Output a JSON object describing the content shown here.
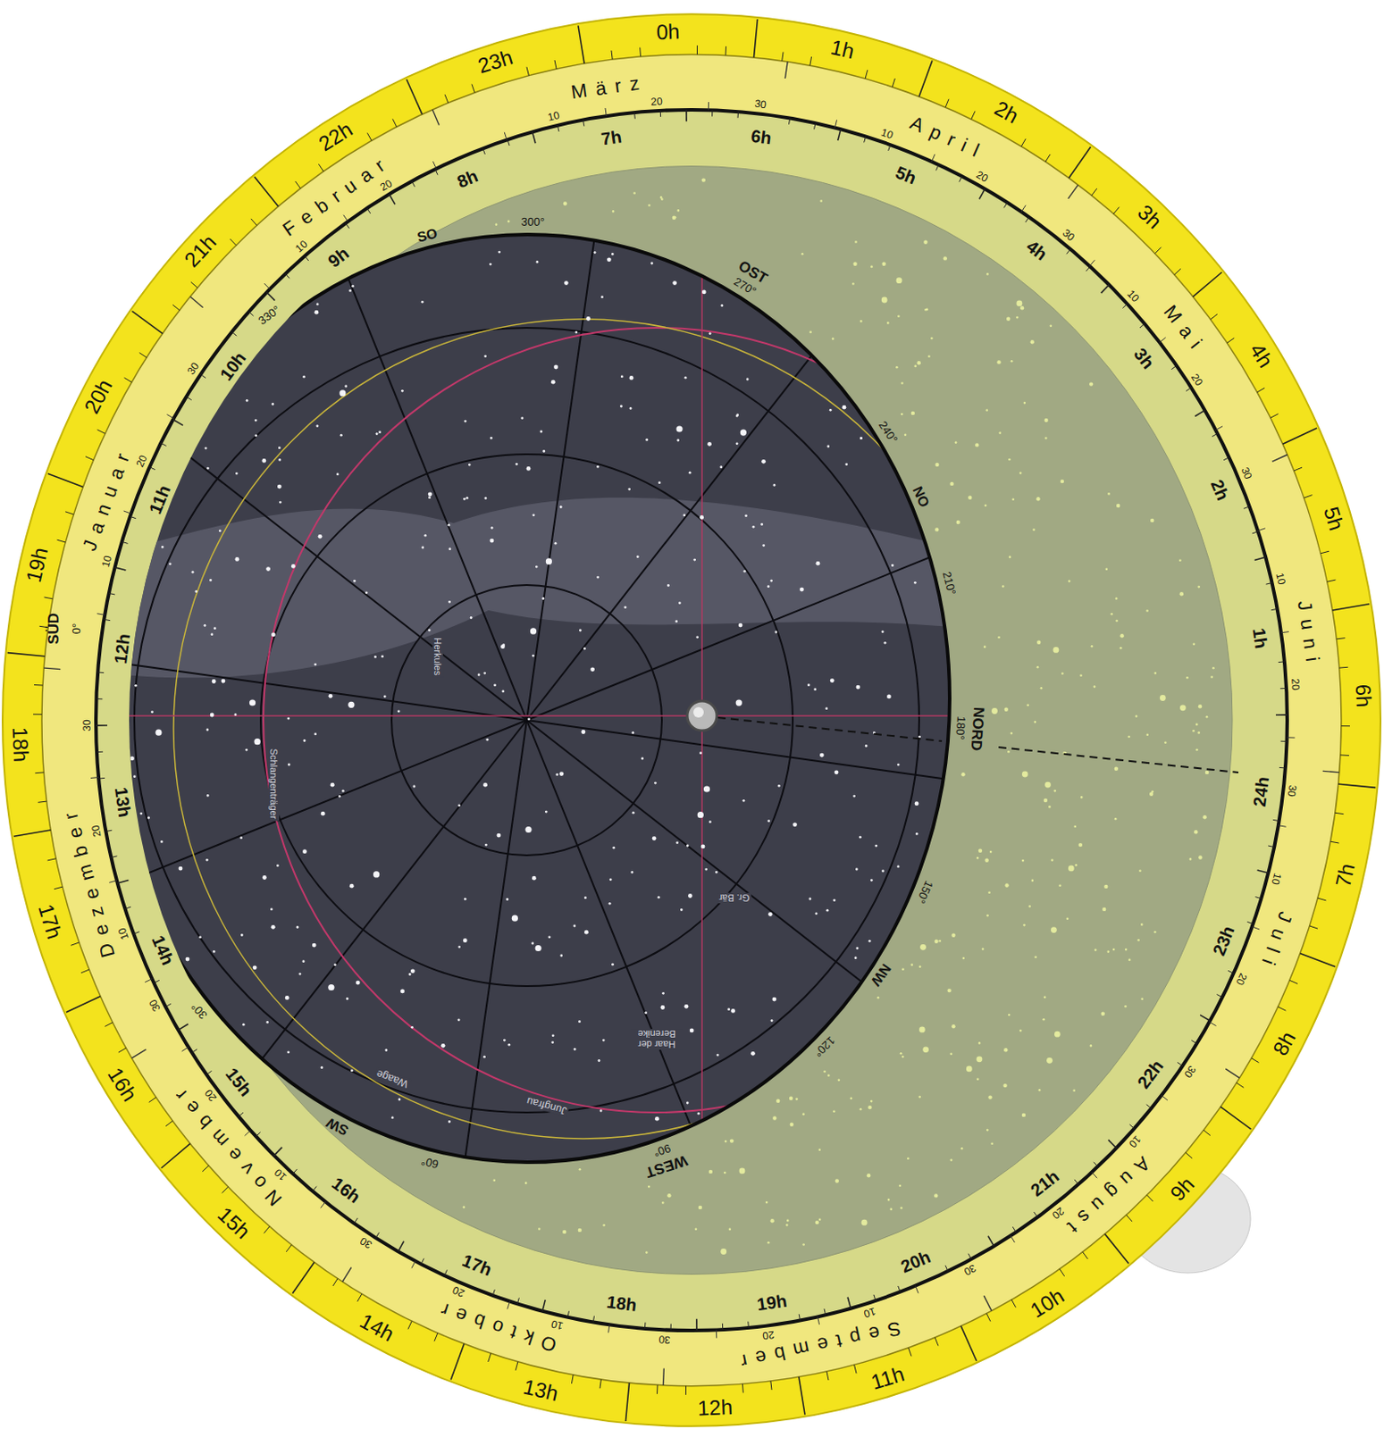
{
  "diagram": {
    "labels": [
      "0h",
      "1h",
      "2h",
      "3h",
      "4h",
      "5h",
      "6h",
      "7h",
      "8h",
      "9h",
      "10h",
      "11h",
      "12h",
      "13h",
      "14h",
      "15h",
      "16h",
      "17h",
      "18h",
      "19h",
      "20h",
      "21h",
      "22h",
      "23h",
      "1h",
      "2h",
      "3h",
      "4h",
      "5h",
      "6h",
      "7h",
      "8h",
      "9h",
      "10h",
      "11h",
      "12h",
      "13h",
      "14h",
      "15h",
      "16h",
      "17h",
      "18h",
      "19h",
      "20h",
      "21h",
      "22h",
      "23h",
      "24h",
      "Januar",
      "Februar",
      "März",
      "April",
      "Mai",
      "Juni",
      "Juli",
      "August",
      "September",
      "Oktober",
      "November",
      "Dezember",
      "10",
      "20",
      "30",
      "10",
      "20",
      "10",
      "20",
      "30",
      "10",
      "20",
      "30",
      "10",
      "20",
      "30",
      "10",
      "20",
      "30",
      "10",
      "20",
      "30",
      "10",
      "20",
      "30",
      "10",
      "20",
      "30",
      "10",
      "20",
      "30",
      "10",
      "20",
      "30",
      "10",
      "20",
      "30",
      "SÜD",
      "0°",
      "330°",
      "SO",
      "300°",
      "OST",
      "270°",
      "240°",
      "NO",
      "210°",
      "NORD",
      "180°",
      "150°",
      "NW",
      "120°",
      "WEST",
      "90°",
      "60°",
      "SW",
      "30°",
      "Jungfrau",
      "Waage",
      "Haar der Berenike",
      "Gr. Bär",
      "Schlangenträger",
      "Herkules"
    ]
  }
}
